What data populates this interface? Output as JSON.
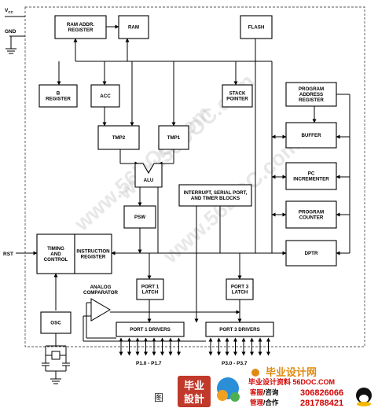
{
  "blocks": {
    "ram_addr_register": [
      "RAM ADDR.",
      "REGISTER"
    ],
    "ram": [
      "RAM"
    ],
    "flash": [
      "FLASH"
    ],
    "b_register": [
      "B",
      "REGISTER"
    ],
    "acc": [
      "ACC"
    ],
    "stack_pointer": [
      "STACK",
      "POINTER"
    ],
    "program_address_register": [
      "PROGRAM",
      "ADDRESS",
      "REGISTER"
    ],
    "tmp2": [
      "TMP2"
    ],
    "tmp1": [
      "TMP1"
    ],
    "buffer": [
      "BUFFER"
    ],
    "alu": [
      "ALU"
    ],
    "pc_incrementer": [
      "PC",
      "INCREMENTER"
    ],
    "interrupt_blocks": [
      "INTERRUPT, SERIAL PORT,",
      "AND TIMER BLOCKS"
    ],
    "psw": [
      "PSW"
    ],
    "program_counter": [
      "PROGRAM",
      "COUNTER"
    ],
    "timing_control": [
      "TIMING",
      "AND",
      "CONTROL"
    ],
    "instruction_register": [
      "INSTRUCTION",
      "REGISTER"
    ],
    "dptr": [
      "DPTR"
    ],
    "port1_latch": [
      "PORT 1",
      "LATCH"
    ],
    "port3_latch": [
      "PORT 3",
      "LATCH"
    ],
    "analog_comparator": [
      "ANALOG",
      "COMPARATOR"
    ],
    "port1_drivers": [
      "PORT 1 DRIVERS"
    ],
    "port3_drivers": [
      "PORT 3 DRIVERS"
    ],
    "osc": [
      "OSC"
    ]
  },
  "pins": {
    "vcc": "V",
    "vcc_sub": "CC",
    "gnd": "GND",
    "rst": "RST",
    "p1_range": "P1.0 - P1.7",
    "p3_range": "P3.0 - P3.7"
  },
  "watermarks": [
    "www.56DOC.com",
    "www.56DOC.com",
    "www.56DOC.com"
  ],
  "caption": {
    "label": "图",
    "logo_line1": "毕业",
    "logo_line2": "設計",
    "brand_cn": "毕业设计网",
    "site_line": "毕业设计资料 56DOC.COM",
    "service_label": "客服",
    "consult_label": "咨询",
    "manage_label": "管理",
    "coop_label": "合作",
    "qq1": "306826066",
    "qq2": "281788421"
  },
  "colors": {
    "logo_bg": "#c0392b",
    "brand_orange": "#e08a10",
    "highlight_red": "#d40000",
    "latch_fill": "#e8e8e8"
  }
}
